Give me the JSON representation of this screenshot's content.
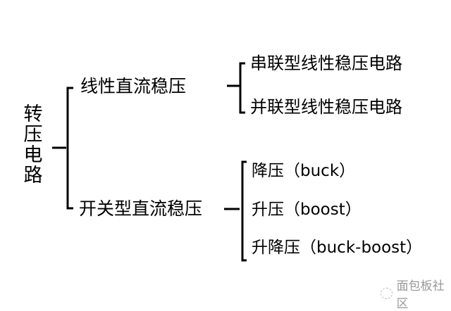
{
  "root": {
    "label": "转压电路"
  },
  "branches": [
    {
      "label": "线性直流稳压",
      "children": [
        "串联型线性稳压电路",
        "并联型线性稳压电路"
      ]
    },
    {
      "label": "开关型直流稳压",
      "children": [
        "降压（buck）",
        "升压（boost）",
        "升降压（buck-boost）"
      ]
    }
  ],
  "watermark": {
    "text": "面包板社区"
  }
}
